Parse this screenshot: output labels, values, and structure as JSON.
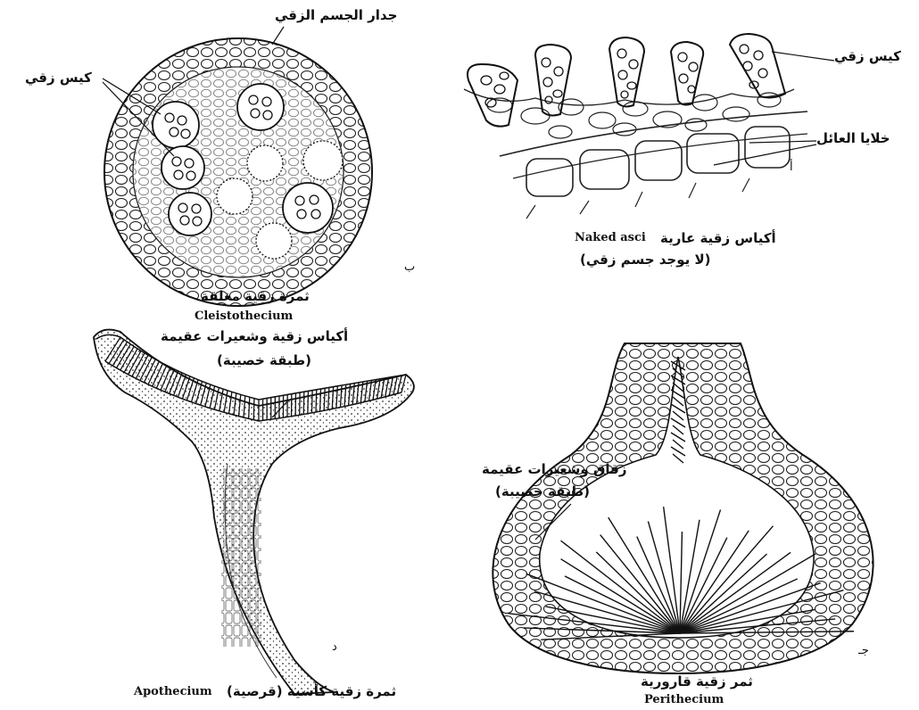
{
  "naked": {
    "ascus_label": "كيس زقي",
    "hyphae_label": "خلايا العائل",
    "letter": "أ",
    "caption_ar": "أكياس زقية عارية",
    "caption_en": "Naked asci",
    "note": "(لا يوجد جسم زقي)"
  },
  "cleisto": {
    "wall_label": "جدار الجسم الزقي",
    "ascus_label": "كيس زقي",
    "letter": "ب",
    "caption_ar": "ثمرة زقية مغلقة",
    "caption_en": "Cleistothecium"
  },
  "apothecium": {
    "layer_label": "أكياس زقية وشعيرات عقيمة",
    "layer_note": "(طبقة خصيبة)",
    "letter": "د",
    "caption_ar": "ثمرة زقية كأسية (قرصية)",
    "caption_en": "Apothecium"
  },
  "perithecium": {
    "layer_label": "زقاق وشعيرات عقيمة",
    "layer_note": "(طبقة خصيبة)",
    "letter": "جـ",
    "caption_ar": "ثمر زقية قارورية",
    "caption_en": "Perithecium"
  }
}
